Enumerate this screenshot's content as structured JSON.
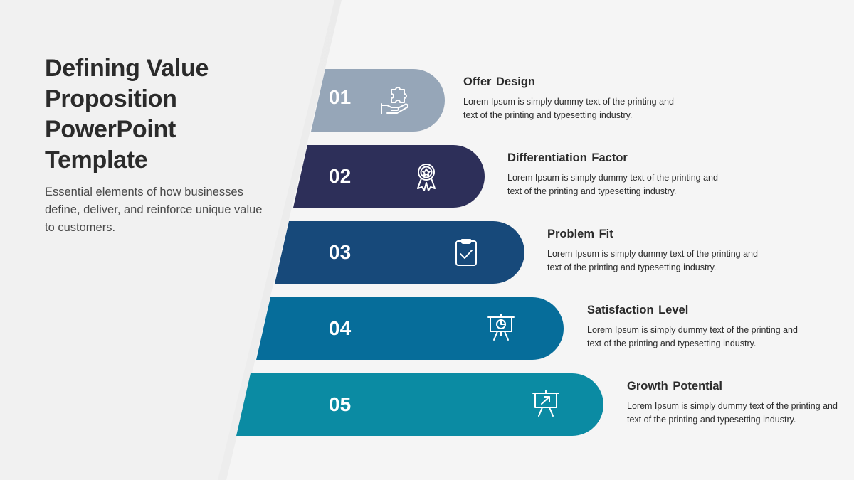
{
  "title": "Defining Value Proposition PowerPoint Template",
  "subtitle": "Essential elements of how businesses define, deliver, and reinforce unique value to customers.",
  "steps": [
    {
      "number": "01",
      "title": "Offer Design",
      "description": "Lorem Ipsum is simply dummy text of the printing and text of the printing and typesetting industry.",
      "color": "#96a6b8",
      "icon": "puzzle-hand-icon"
    },
    {
      "number": "02",
      "title": "Differentiation Factor",
      "description": "Lorem Ipsum is simply dummy text of the printing and text of the printing and typesetting industry.",
      "color": "#2d2f59",
      "icon": "award-ribbon-icon"
    },
    {
      "number": "03",
      "title": "Problem Fit",
      "description": "Lorem Ipsum is simply dummy text of the printing and text of the printing and typesetting industry.",
      "color": "#17497a",
      "icon": "clipboard-check-icon"
    },
    {
      "number": "04",
      "title": "Satisfaction Level",
      "description": "Lorem Ipsum is simply dummy text of the printing and text of the printing and typesetting industry.",
      "color": "#066d9a",
      "icon": "presentation-chart-icon"
    },
    {
      "number": "05",
      "title": "Growth Potential",
      "description": "Lorem Ipsum is simply dummy text of the printing and text of the printing and typesetting industry.",
      "color": "#0b8ba3",
      "icon": "presentation-growth-icon"
    }
  ]
}
